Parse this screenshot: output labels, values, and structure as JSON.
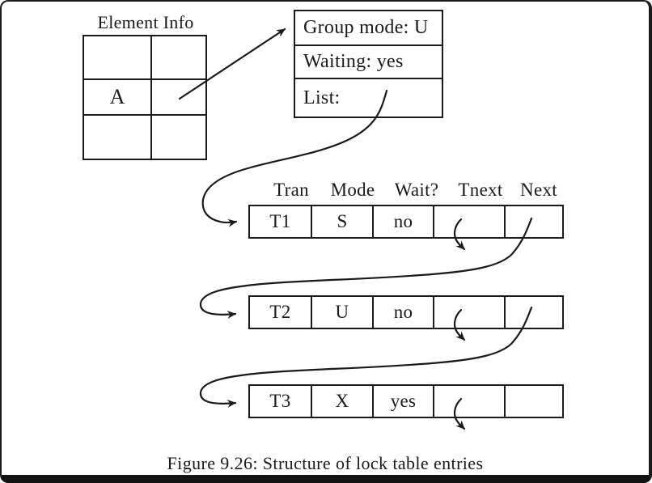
{
  "caption": "Figure 9.26: Structure of lock table entries",
  "element_info": {
    "title": "Element Info",
    "element_cell": "A"
  },
  "lock_info": {
    "group_mode": "Group mode: U",
    "waiting": "Waiting: yes",
    "list": "List:"
  },
  "lock_table": {
    "headers": [
      "Tran",
      "Mode",
      "Wait?",
      "Tnext",
      "Next"
    ],
    "rows": [
      {
        "tran": "T1",
        "mode": "S",
        "wait": "no"
      },
      {
        "tran": "T2",
        "mode": "U",
        "wait": "no"
      },
      {
        "tran": "T3",
        "mode": "X",
        "wait": "yes"
      }
    ]
  },
  "colors": {
    "ink": "#1a1a1a",
    "frame": "#1c1c1c",
    "background": "#ffffff"
  }
}
